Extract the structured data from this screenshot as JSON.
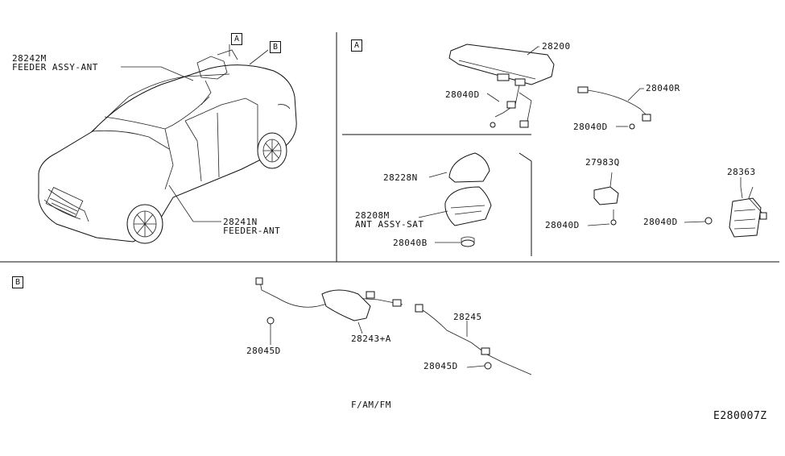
{
  "sections": {
    "A": "A",
    "B": "B"
  },
  "labels": {
    "p28242m": "28242M",
    "p28242m_name": "FEEDER ASSY-ANT",
    "p28241n": "28241N",
    "p28241n_name": "FEEDER-ANT",
    "p28200": "28200",
    "p28040d_a": "28040D",
    "p28040r": "28040R",
    "p28040d_b": "28040D",
    "p28228n": "28228N",
    "p28208m": "28208M",
    "p28208m_name": "ANT ASSY-SAT",
    "p28040b": "28040B",
    "p27983q": "27983Q",
    "p28040d_c": "28040D",
    "p28363": "28363",
    "p28040d_d": "28040D",
    "p28045d_a": "28045D",
    "p28243a": "28243+A",
    "p28245": "28245",
    "p28045d_b": "28045D",
    "caption": "F/AM/FM",
    "code": "E280007Z"
  }
}
